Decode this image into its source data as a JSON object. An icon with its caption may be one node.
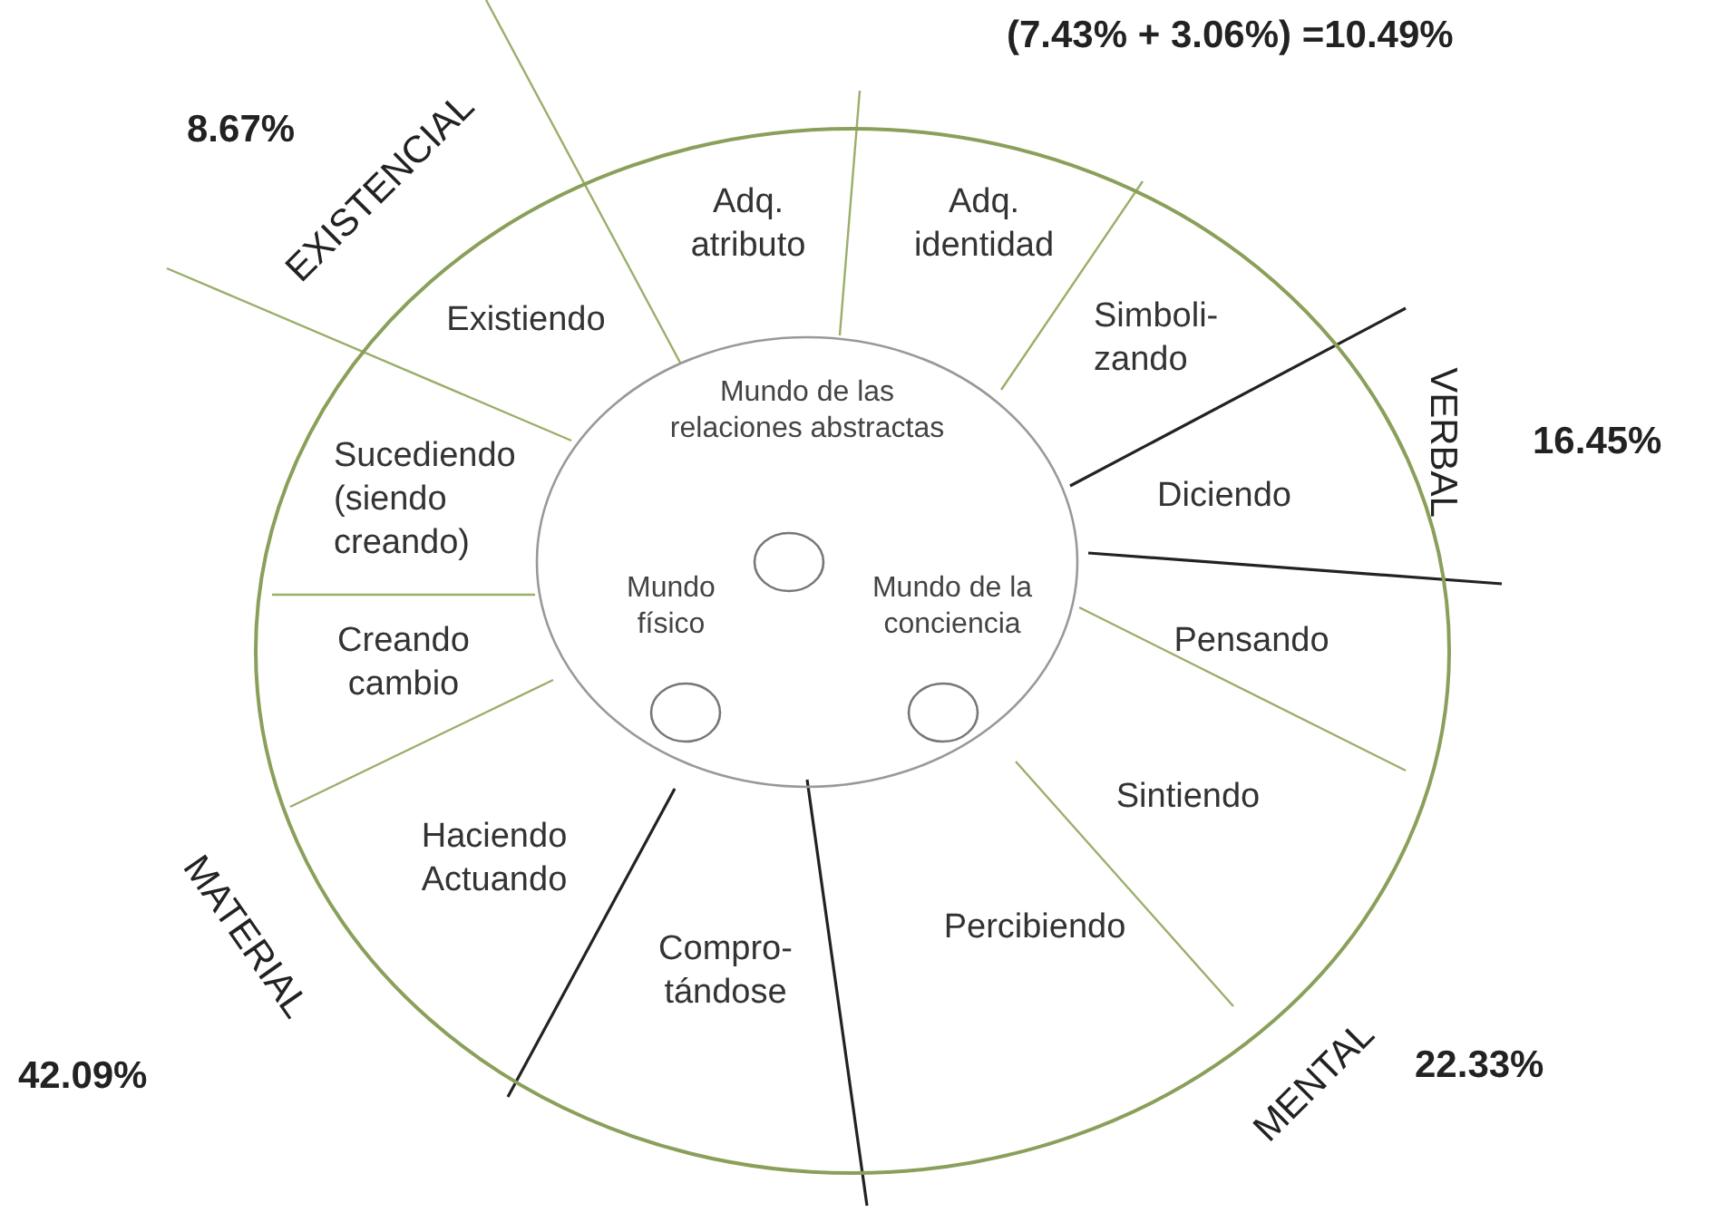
{
  "diagram": {
    "nodes": [
      {
        "text": [],
        "shape": "circle"
      },
      {
        "text": [
          "Mundo de las relaciones abstractas",
          "Mundo físico",
          "Mundo de la conciencia"
        ],
        "in": 0
      },
      {
        "text": [],
        "shape": "circle",
        "in": 1
      },
      {
        "text": [],
        "shape": "circle",
        "in": 1
      },
      {
        "text": [],
        "shape": "circle",
        "in": 1
      }
    ],
    "edges": [],
    "labels": [
      "(7.43% + 3.06%) =10.49%",
      "8.67%",
      "EXISTENCIAL",
      "Adq. atributo",
      "Adq. identidad",
      "Existiendo",
      "Simboli- zando",
      "VERBAL",
      "16.45%",
      "Sucediendo (siendo creando)",
      "Diciendo",
      "Creando cambio",
      "Pensando",
      "Sintiendo",
      "Haciendo Actuando",
      "MATERIAL",
      "Percibiendo",
      "Compro- tándose",
      "42.09%",
      "MENTAL",
      "22.33%"
    ]
  }
}
